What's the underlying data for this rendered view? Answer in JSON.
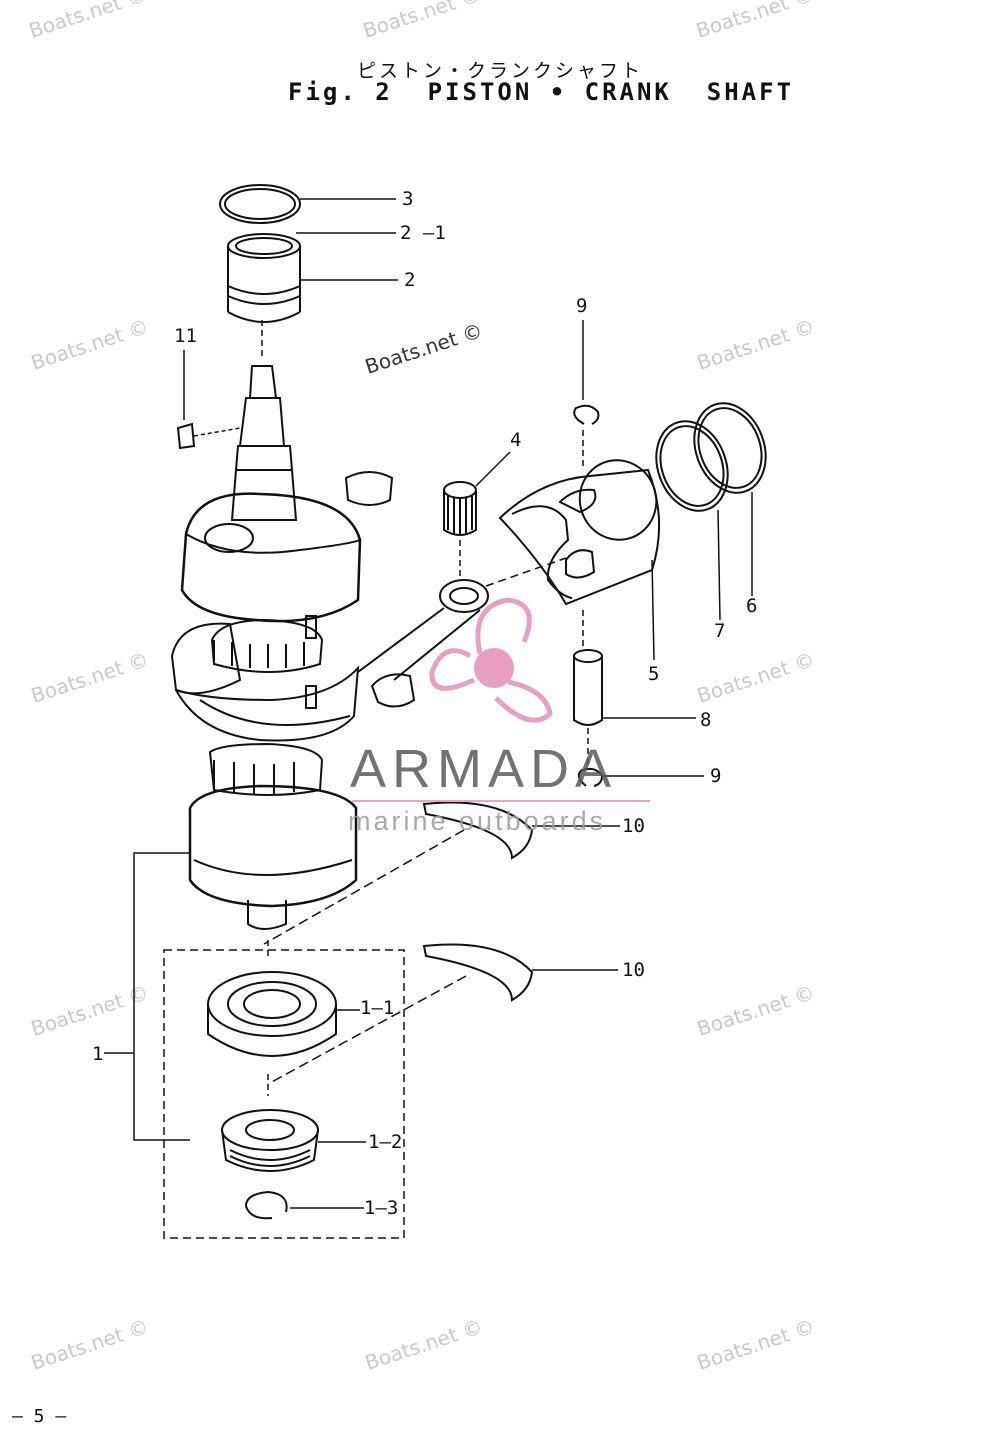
{
  "title": {
    "japanese": "ピストン・クランクシャフト",
    "english": "Fig. 2  PISTON • CRANK  SHAFT"
  },
  "page_number": "– 5 –",
  "watermark": {
    "text": "Boats.net ©",
    "brand": "ARMADA",
    "brand_tagline": "marine outboards",
    "brand_color": "#e38fb8"
  },
  "callouts": [
    {
      "id": "3",
      "label": "3"
    },
    {
      "id": "2-1",
      "label": "2 –1"
    },
    {
      "id": "2",
      "label": "2"
    },
    {
      "id": "11",
      "label": "11"
    },
    {
      "id": "9a",
      "label": "9"
    },
    {
      "id": "4",
      "label": "4"
    },
    {
      "id": "6",
      "label": "6"
    },
    {
      "id": "7",
      "label": "7"
    },
    {
      "id": "5",
      "label": "5"
    },
    {
      "id": "8",
      "label": "8"
    },
    {
      "id": "9b",
      "label": "9"
    },
    {
      "id": "10a",
      "label": "10"
    },
    {
      "id": "10b",
      "label": "10"
    },
    {
      "id": "1",
      "label": "1"
    },
    {
      "id": "1-1",
      "label": "1–1"
    },
    {
      "id": "1-2",
      "label": "1–2"
    },
    {
      "id": "1-3",
      "label": "1–3"
    }
  ]
}
